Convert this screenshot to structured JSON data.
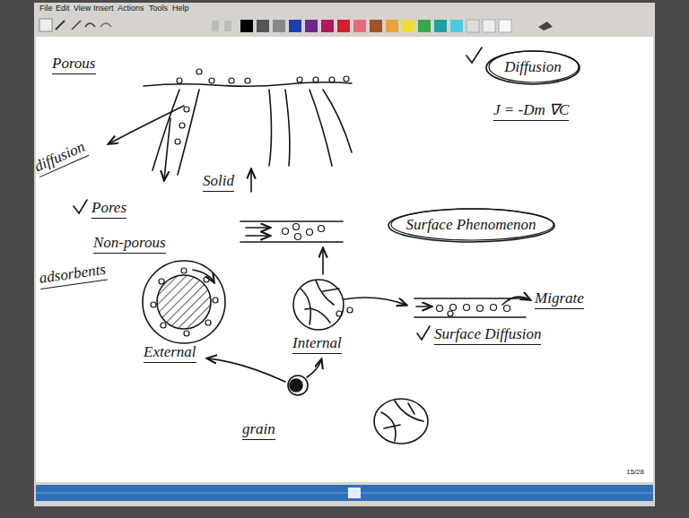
{
  "diagram": {
    "nodes": [
      {
        "text": [
          "Diffusion"
        ]
      },
      {
        "text": [
          "Surface Phenomenon"
        ]
      }
    ],
    "labels": [
      "File",
      "Edit",
      "View",
      "Insert",
      "Actions",
      "Tools",
      "Help",
      "Porous",
      "diffusion",
      "Solid",
      "Pores",
      "Non-porous",
      "adsorbents",
      "J = -Dm ∇C",
      "Migrate",
      "Surface Diffusion",
      "External",
      "Internal",
      "grain",
      "15/28"
    ]
  }
}
